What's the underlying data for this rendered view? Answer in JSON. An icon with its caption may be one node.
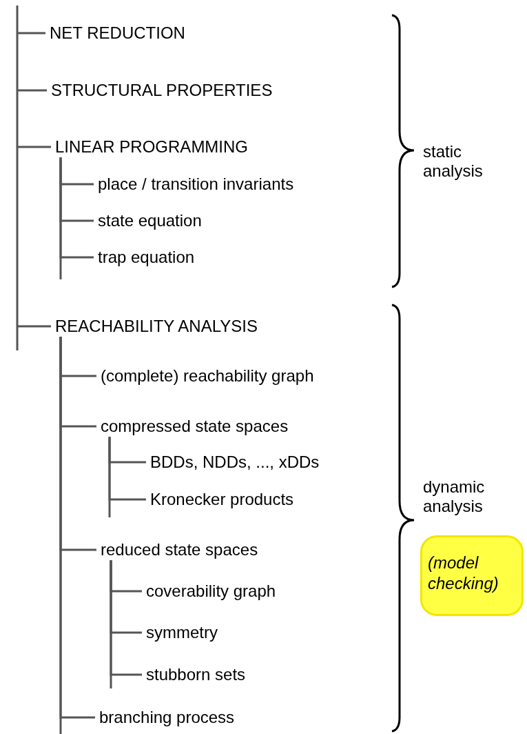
{
  "diagram": {
    "nodes": [
      {
        "text": [
          "NET REDUCTION"
        ]
      },
      {
        "text": [
          "STRUCTURAL PROPERTIES"
        ]
      },
      {
        "text": [
          "LINEAR PROGRAMMING"
        ]
      },
      {
        "text": [
          "place / transition invariants"
        ]
      },
      {
        "text": [
          "state equation"
        ]
      },
      {
        "text": [
          "trap equation"
        ]
      },
      {
        "text": [
          "REACHABILITY ANALYSIS"
        ]
      },
      {
        "text": [
          "(complete) reachability graph"
        ]
      },
      {
        "text": [
          "compressed state spaces"
        ]
      },
      {
        "text": [
          "BDDs, NDDs, ..., xDDs"
        ]
      },
      {
        "text": [
          "Kronecker products"
        ]
      },
      {
        "text": [
          "reduced state spaces"
        ]
      },
      {
        "text": [
          "coverability graph"
        ]
      },
      {
        "text": [
          "symmetry"
        ]
      },
      {
        "text": [
          "stubborn sets"
        ]
      },
      {
        "text": [
          "branching process"
        ]
      },
      {
        "text": [
          "(model checking)"
        ]
      }
    ],
    "edges": [
      {
        "from": null,
        "to": 0,
        "arrow": "none"
      },
      {
        "from": null,
        "to": 1,
        "arrow": "none"
      },
      {
        "from": null,
        "to": 2,
        "arrow": "none"
      },
      {
        "from": 2,
        "to": 3,
        "arrow": "none"
      },
      {
        "from": 2,
        "to": 4,
        "arrow": "none"
      },
      {
        "from": 2,
        "to": 5,
        "arrow": "none"
      },
      {
        "from": null,
        "to": 6,
        "arrow": "none"
      },
      {
        "from": 6,
        "to": 7,
        "arrow": "none"
      },
      {
        "from": 6,
        "to": 8,
        "arrow": "none"
      },
      {
        "from": 8,
        "to": 9,
        "arrow": "none"
      },
      {
        "from": 8,
        "to": 10,
        "arrow": "none"
      },
      {
        "from": 6,
        "to": 11,
        "arrow": "none"
      },
      {
        "from": 11,
        "to": 12,
        "arrow": "none"
      },
      {
        "from": 11,
        "to": 13,
        "arrow": "none"
      },
      {
        "from": 11,
        "to": 14,
        "arrow": "none"
      },
      {
        "from": 6,
        "to": 15,
        "arrow": "none"
      }
    ],
    "labels": [
      "static analysis",
      "dynamic analysis"
    ]
  }
}
